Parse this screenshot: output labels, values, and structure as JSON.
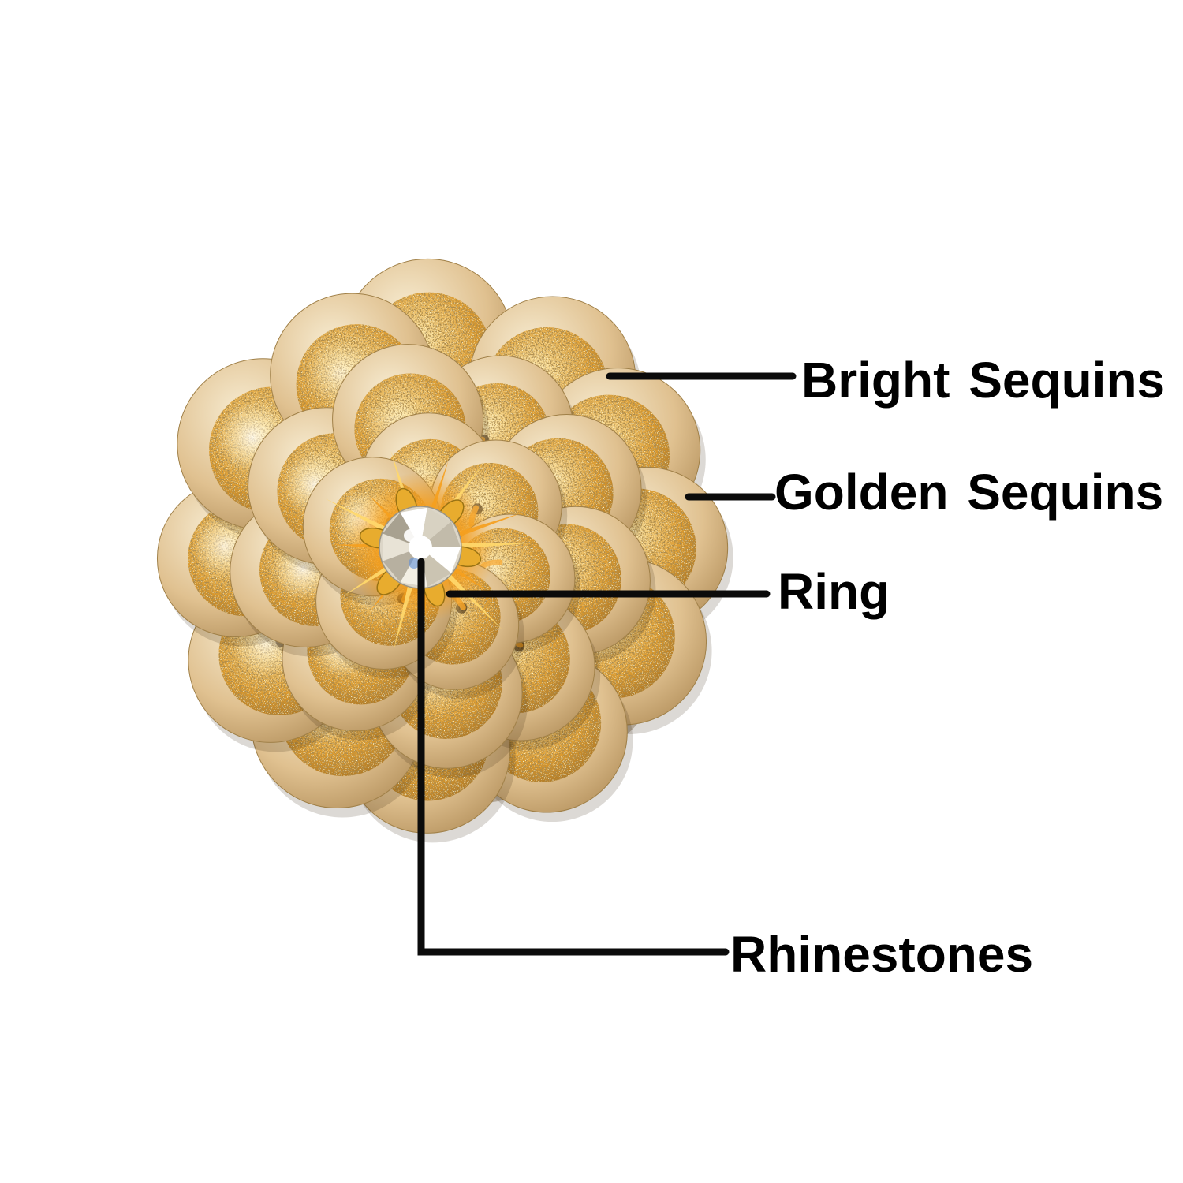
{
  "diagram": {
    "subject": "golden-sequin-flower",
    "background": "#ffffff",
    "line_color": "#0b0b0b",
    "labels": [
      {
        "id": "bright-sequins",
        "text": "Bright Sequins"
      },
      {
        "id": "golden-sequins",
        "text": "Golden Sequins"
      },
      {
        "id": "ring",
        "text": "Ring"
      },
      {
        "id": "rhinestones",
        "text": "Rhinestones"
      }
    ],
    "palette": {
      "sequin_rim_light": "#f7ecd2",
      "sequin_rim": "#e0c190",
      "sequin_rim_deep": "#ab8752",
      "glitter_bright": "#ffe9a8",
      "glitter_gold": "#dd9c30",
      "glitter_deep": "#7a4e14",
      "thread_orange": "#f59f1e",
      "thread_light": "#ffd86b",
      "rhinestone_silver": "#dcd6c8",
      "rhinestone_white": "#ffffff",
      "backing_brown": "#5f4218"
    }
  }
}
